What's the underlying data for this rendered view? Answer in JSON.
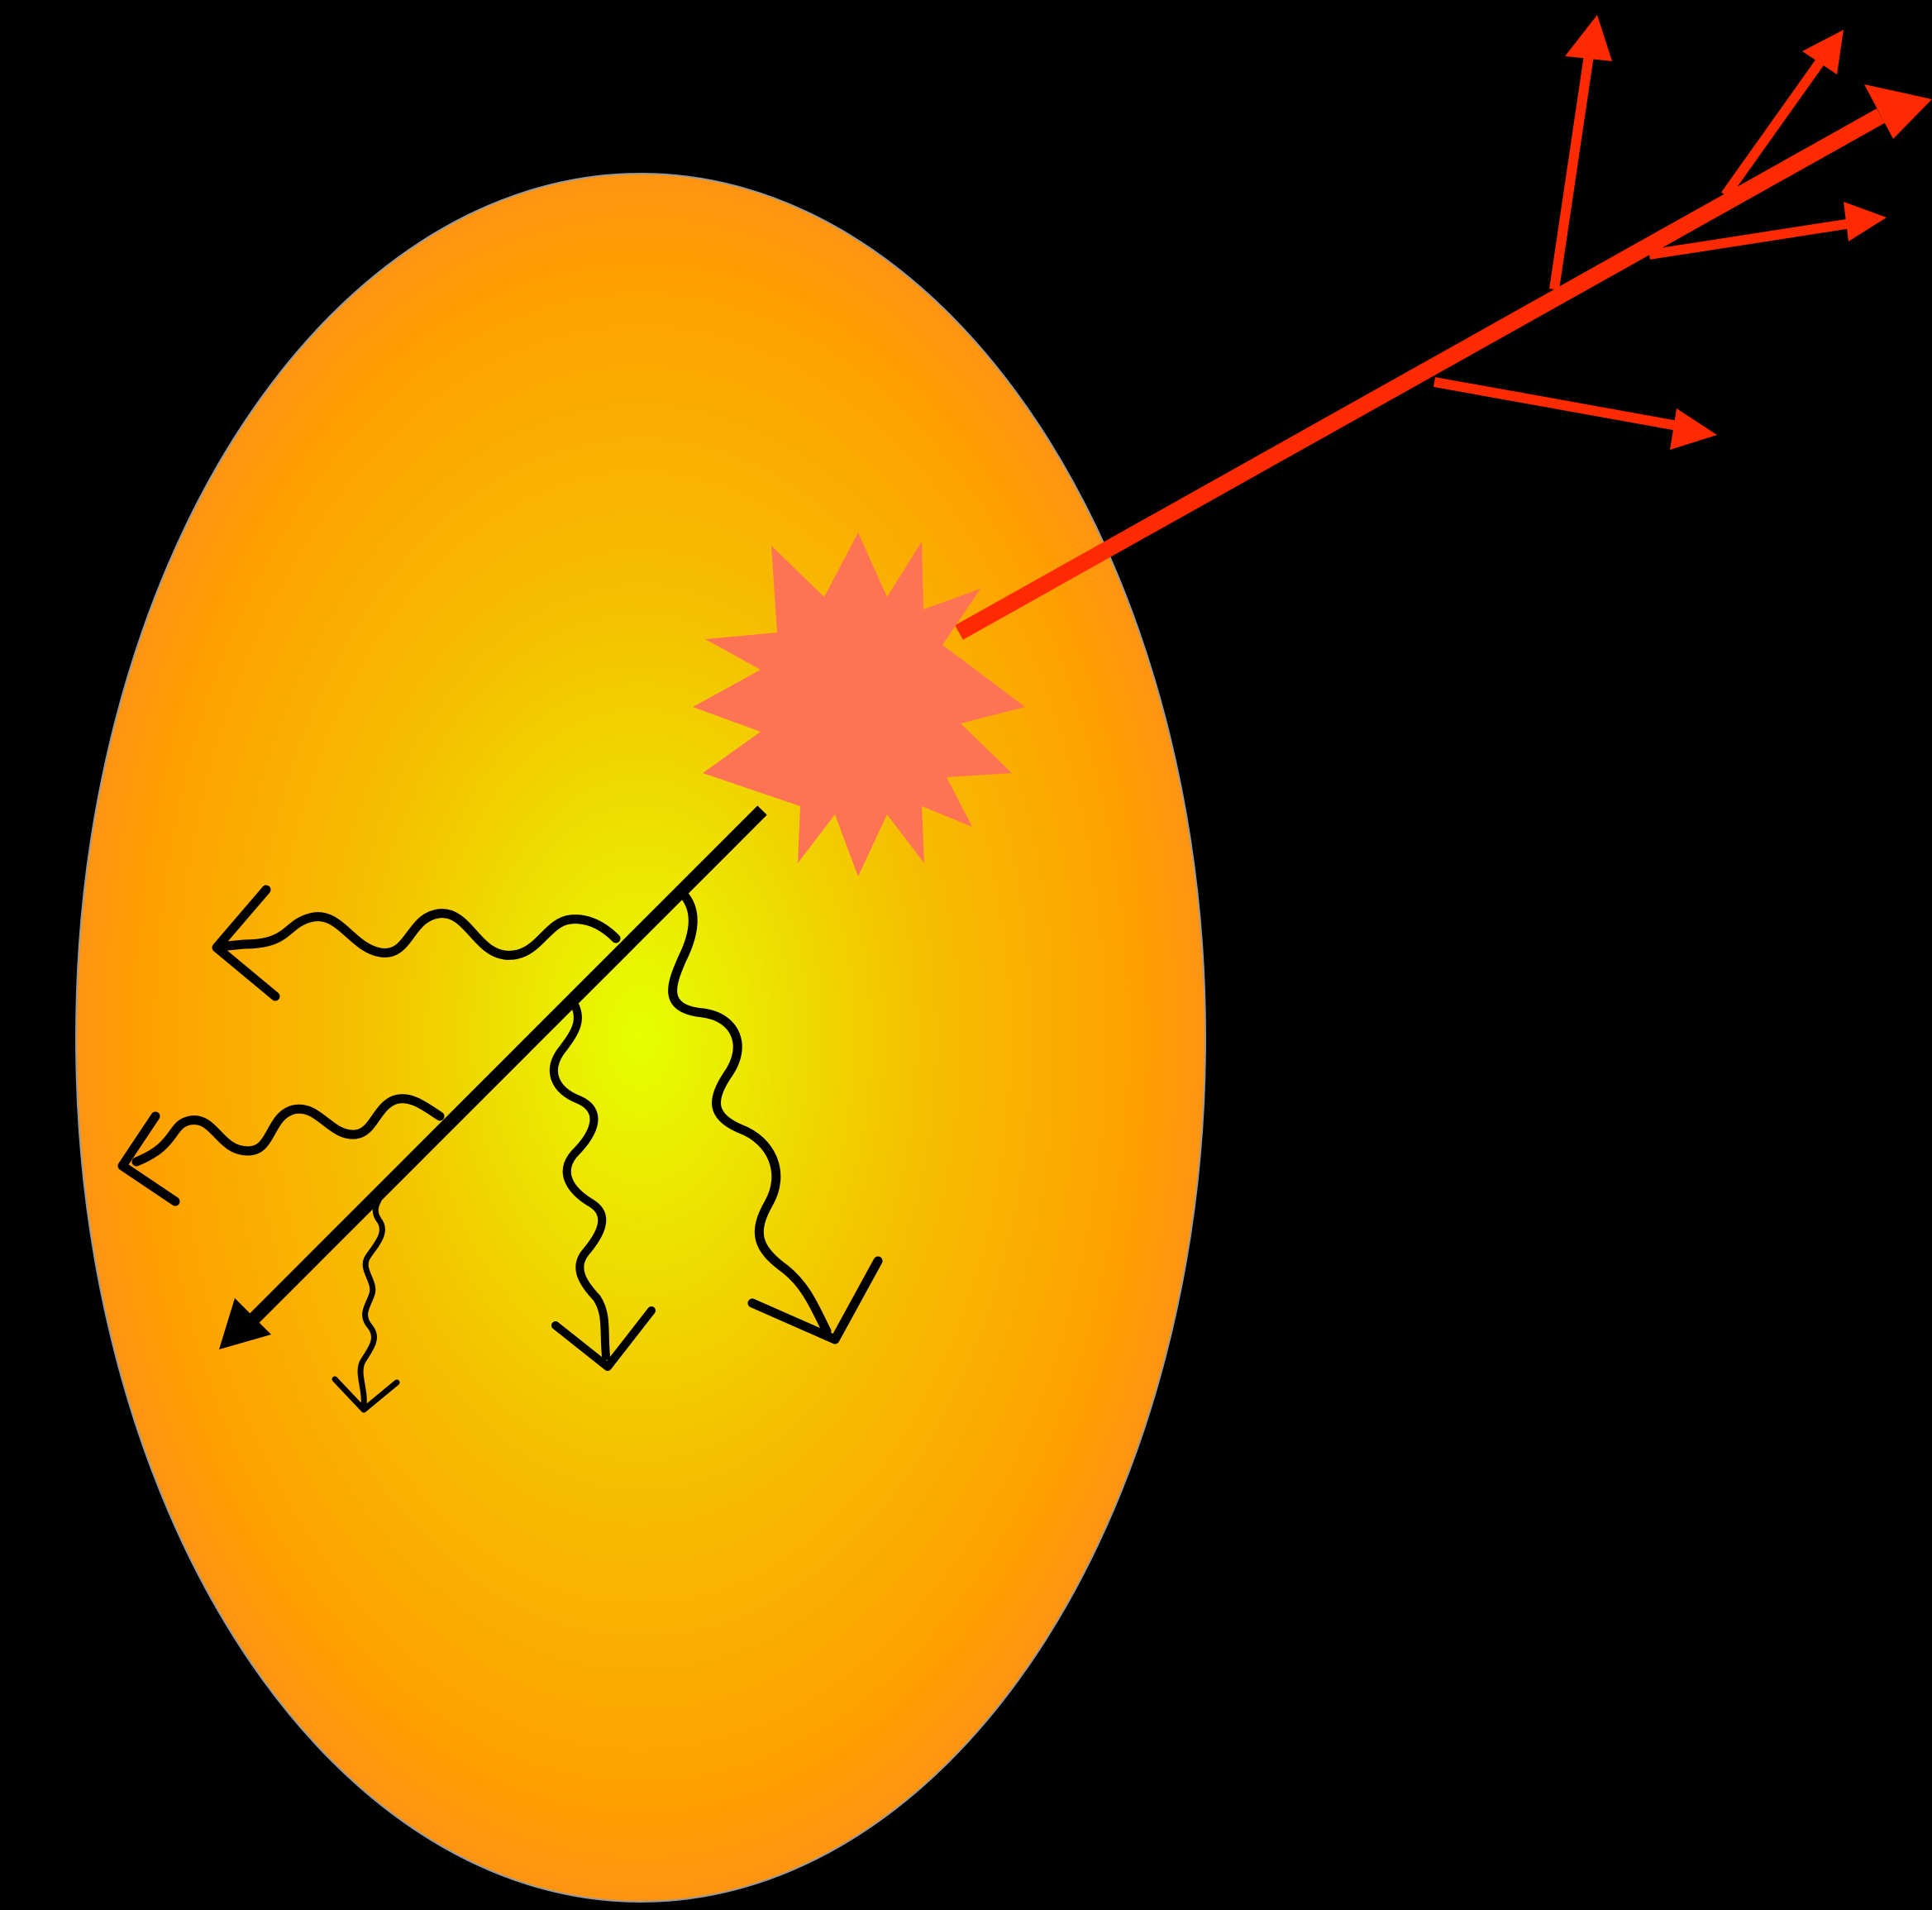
{
  "figure": {
    "background_color": "#000000",
    "medium": {
      "shape": "ellipse",
      "gradient_center_color": "#e6ff00",
      "gradient_mid_color": "#f5c000",
      "gradient_outer_color": "#ff8c1a"
    },
    "collision": {
      "shape": "starburst",
      "color": "#ff7355"
    },
    "escaping_jet": {
      "color": "#ff2a00",
      "fragment_count": 5
    },
    "quenched_jet": {
      "color": "#000000",
      "radiated_gluon_count": 5
    }
  }
}
